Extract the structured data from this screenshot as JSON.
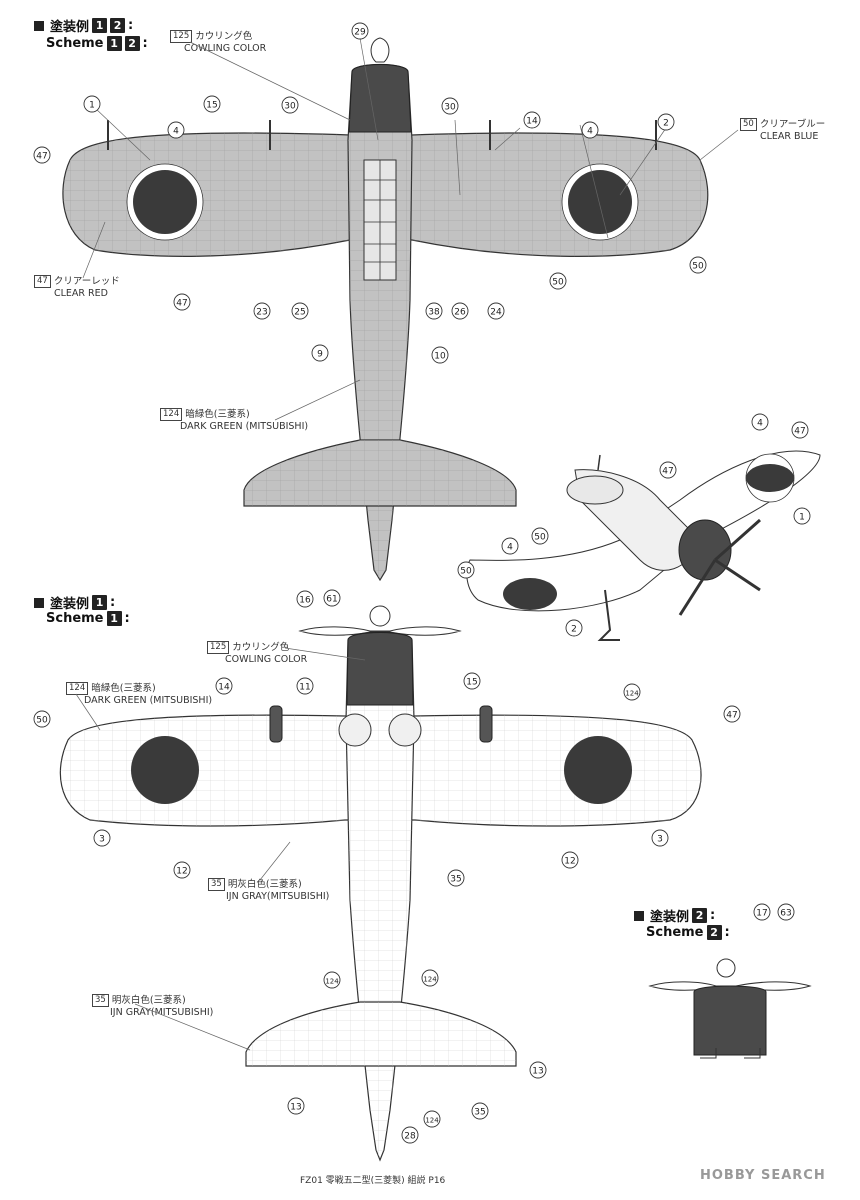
{
  "top_header": {
    "marker": "塗装例",
    "n1": "1",
    "n2": "2",
    "scheme": "Scheme"
  },
  "mid_header": {
    "marker": "塗装例",
    "n1": "1",
    "scheme": "Scheme"
  },
  "small_header": {
    "marker": "塗装例",
    "n1": "2",
    "scheme": "Scheme"
  },
  "callouts_top": {
    "c125": {
      "num": "125",
      "jp": "カウリング色",
      "en": "COWLING COLOR"
    },
    "c50": {
      "num": "50",
      "jp": "クリアーブルー",
      "en": "CLEAR BLUE"
    },
    "c47": {
      "num": "47",
      "jp": "クリアーレッド",
      "en": "CLEAR RED"
    },
    "c124": {
      "num": "124",
      "jp": "暗緑色(三菱系)",
      "en": "DARK GREEN (MITSUBISHI)"
    }
  },
  "callouts_mid": {
    "c125": {
      "num": "125",
      "jp": "カウリング色",
      "en": "COWLING COLOR"
    },
    "c124": {
      "num": "124",
      "jp": "暗緑色(三菱系)",
      "en": "DARK GREEN (MITSUBISHI)"
    },
    "c35a": {
      "num": "35",
      "jp": "明灰白色(三菱系)",
      "en": "IJN GRAY(MITSUBISHI)"
    },
    "c35b": {
      "num": "35",
      "jp": "明灰白色(三菱系)",
      "en": "IJN GRAY(MITSUBISHI)"
    }
  },
  "circles": [
    "1",
    "4",
    "15",
    "30",
    "29",
    "30",
    "14",
    "4",
    "2",
    "47",
    "47",
    "23",
    "25",
    "9",
    "38",
    "26",
    "24",
    "10",
    "50",
    "50",
    "4",
    "47",
    "47",
    "1",
    "50",
    "4",
    "50",
    "2",
    "16",
    "61",
    "14",
    "11",
    "15",
    "124",
    "50",
    "47",
    "3",
    "3",
    "12",
    "12",
    "35",
    "124",
    "124",
    "13",
    "13",
    "28",
    "124",
    "35",
    "17",
    "63"
  ],
  "footer": "FZ01 零戦五二型(三菱製) 組説 P16",
  "watermark": "HOBBY SEARCH",
  "colors": {
    "dark_green": "#5a5a5a",
    "cowling": "#4a4a4a",
    "hinomaru": "#3a3a3a",
    "gray_surface": "#c8c8c8",
    "white_surface": "#ffffff"
  }
}
